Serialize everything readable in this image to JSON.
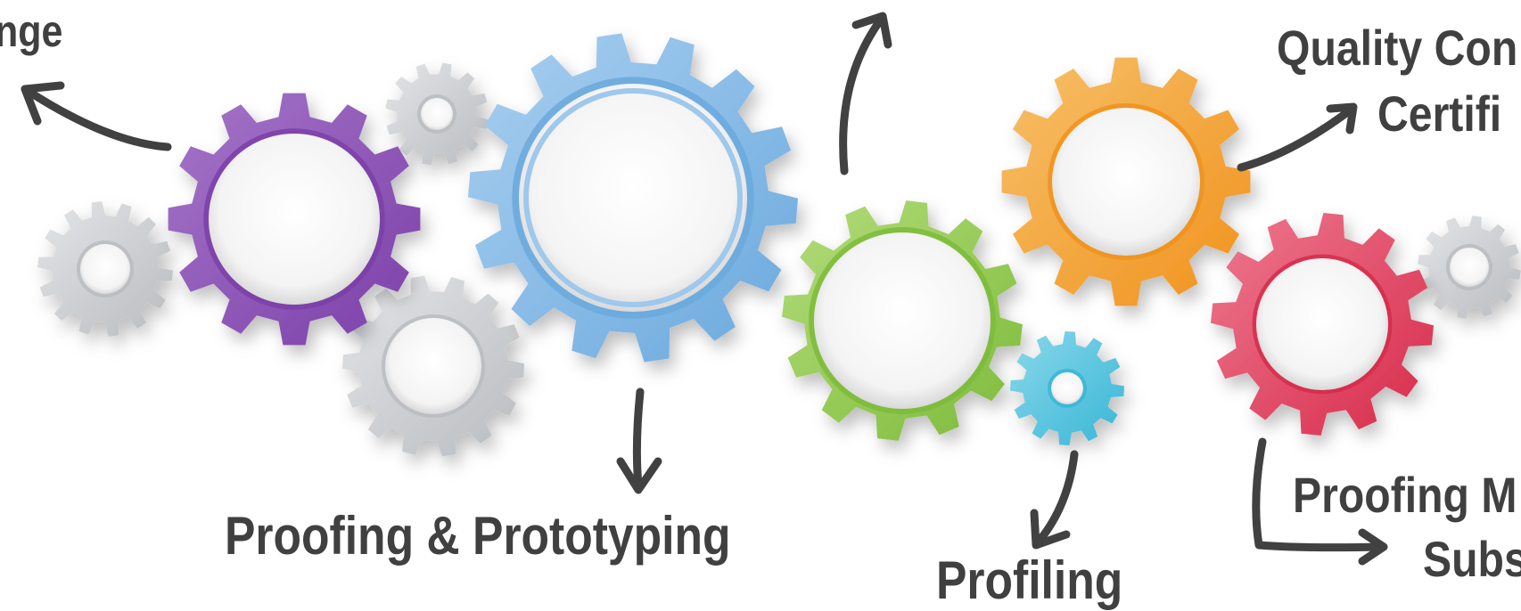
{
  "labels": {
    "top_left": "nge",
    "proofing_prototyping": "Proofing & Prototyping",
    "profiling": "Profiling",
    "quality_line1": "Quality Con",
    "quality_line2": "Certifi",
    "proofing_materials_line1": "Proofing M",
    "proofing_materials_line2": "Subs"
  },
  "gears": [
    {
      "name": "gear-purple",
      "color": "#7b3fa8",
      "light": "#a676c9"
    },
    {
      "name": "gear-blue",
      "color": "#6aa9dd",
      "light": "#a9cff0"
    },
    {
      "name": "gear-green",
      "color": "#7dbb3a",
      "light": "#b3dc7b"
    },
    {
      "name": "gear-orange",
      "color": "#f0921c",
      "light": "#f7c06a"
    },
    {
      "name": "gear-red",
      "color": "#d72a4a",
      "light": "#ee7a90"
    },
    {
      "name": "gear-cyan",
      "color": "#38b6d6",
      "light": "#8ad8ea"
    },
    {
      "name": "gear-silver",
      "color": "#b9bcc0",
      "light": "#e3e5e7"
    }
  ],
  "arrow_color": "#414141"
}
